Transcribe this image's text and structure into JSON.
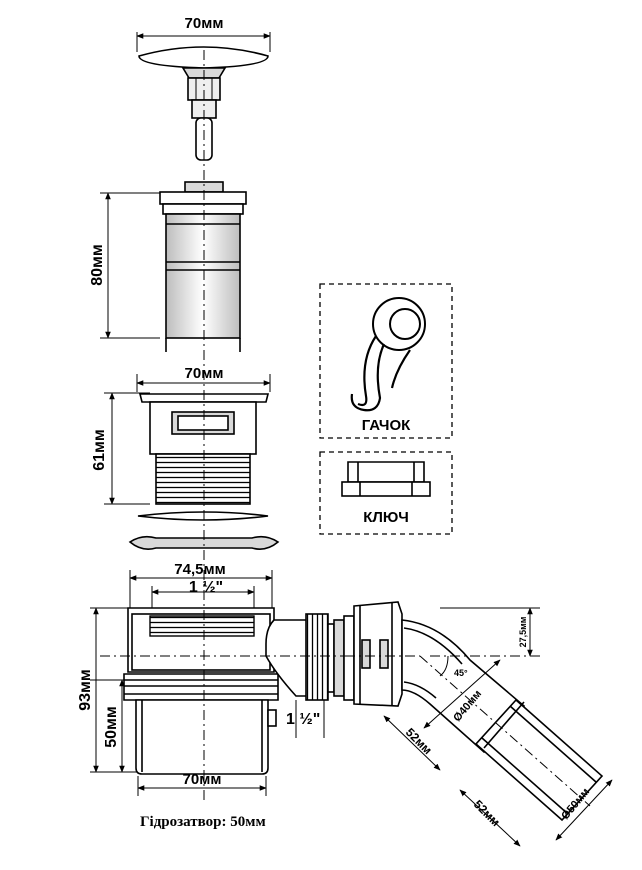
{
  "dimensions": {
    "stopper_width": "70мм",
    "cartridge_height": "80мм",
    "drain_width": "70мм",
    "drain_height": "61мм",
    "flange_width": "74,5мм",
    "thread_top": "1 ½\"",
    "body_height_total": "93мм",
    "body_height_lower": "50мм",
    "outlet_thread": "1 ½\"",
    "bottom_width": "70мм",
    "offset_height": "27,5мм",
    "angle": "45°",
    "outlet_diameter_inner": "Ø40мм",
    "outlet_length_1": "52мм",
    "outlet_length_2": "52мм",
    "outlet_diameter_outer": "Ø50мм"
  },
  "tools": {
    "hook_label": "ГАЧОК",
    "key_label": "КЛЮЧ"
  },
  "caption": "Гідрозатвор: 50мм"
}
